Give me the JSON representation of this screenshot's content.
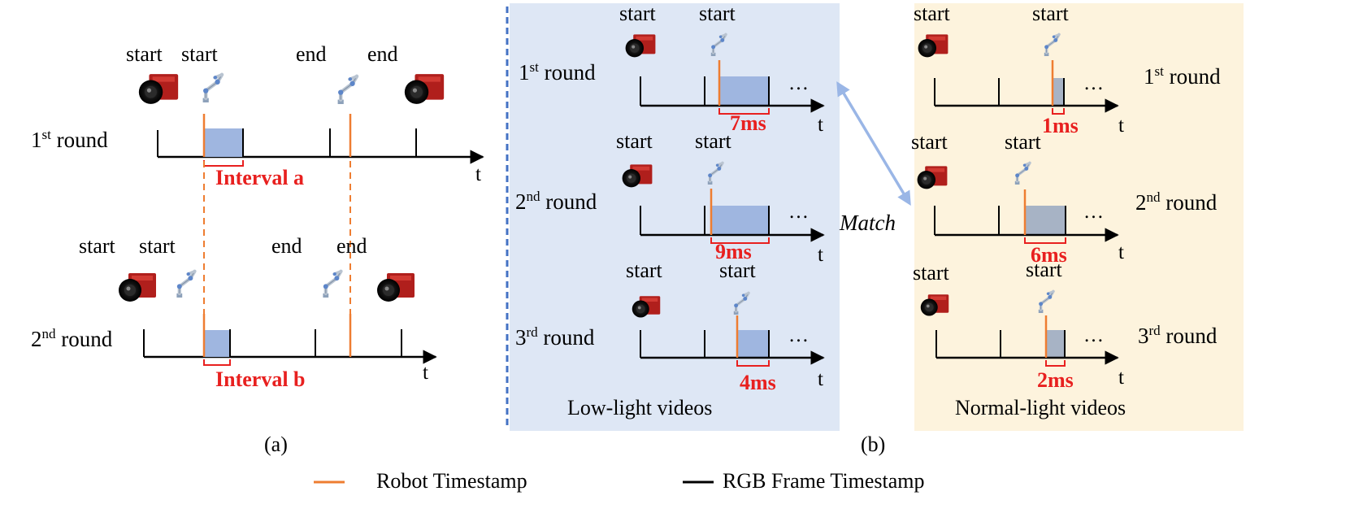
{
  "panel_a": {
    "caption": "(a)",
    "rounds": [
      {
        "num": "1",
        "sup": "st",
        "word": " round",
        "interval": "Interval a"
      },
      {
        "num": "2",
        "sup": "nd",
        "word": " round",
        "interval": "Interval b"
      }
    ]
  },
  "panel_b": {
    "caption": "(b)",
    "low_light": {
      "title": "Low-light videos",
      "rounds": [
        {
          "num": "1",
          "sup": "st",
          "word": " round",
          "delay": "7ms"
        },
        {
          "num": "2",
          "sup": "nd",
          "word": " round",
          "delay": "9ms"
        },
        {
          "num": "3",
          "sup": "rd",
          "word": " round",
          "delay": "4ms"
        }
      ]
    },
    "normal_light": {
      "title": "Normal-light videos",
      "rounds": [
        {
          "num": "1",
          "sup": "st",
          "word": " round",
          "delay": "1ms"
        },
        {
          "num": "2",
          "sup": "nd",
          "word": " round",
          "delay": "6ms"
        },
        {
          "num": "3",
          "sup": "rd",
          "word": " round",
          "delay": "2ms"
        }
      ]
    },
    "match_label": "Match"
  },
  "labels": {
    "start": "start",
    "end": "end",
    "time_axis": "t",
    "ellipsis": "…"
  },
  "legend": {
    "robot": "Robot Timestamp",
    "rgb": "RGB Frame Timestamp"
  },
  "colors": {
    "robot_line": "#ee7d31",
    "interval_fill": "#9fb6e0",
    "interval_fill_normal": "#a7b3c5",
    "red_text": "#e8201f",
    "low_light_bg": "#dee7f5",
    "normal_light_bg": "#fdf3dd",
    "divider": "#4472c4",
    "match_arrow": "#9ab6e6"
  },
  "icons": [
    "camera-icon",
    "robot-arm-icon"
  ]
}
